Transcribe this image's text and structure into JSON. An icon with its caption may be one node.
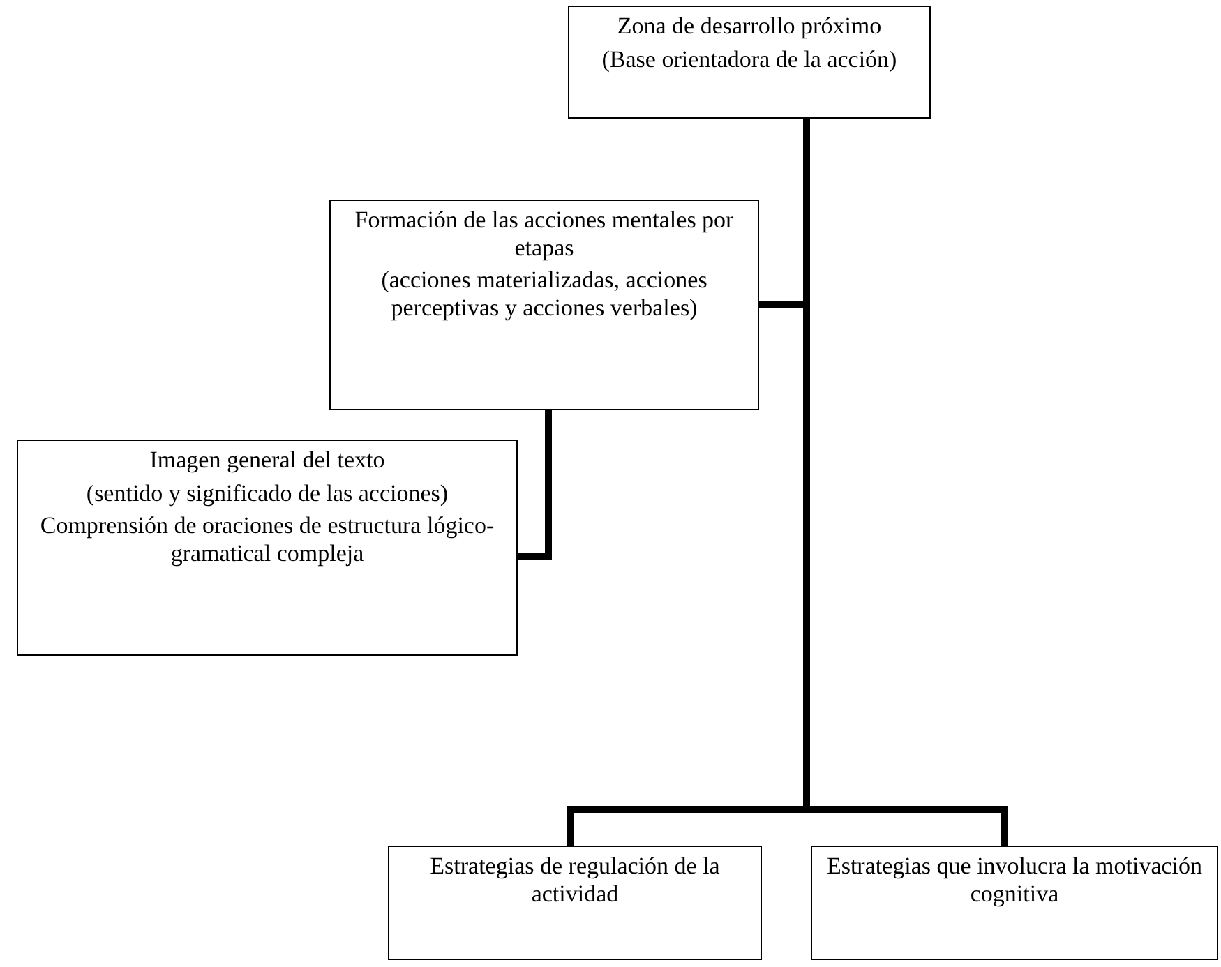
{
  "diagram": {
    "nodes": [
      {
        "text": [
          "Zona de desarrollo próximo",
          "(Base orientadora de la acción)"
        ]
      },
      {
        "text": [
          "Formación de las acciones mentales por etapas",
          "(acciones materializadas, acciones perceptivas y acciones verbales)"
        ]
      },
      {
        "text": [
          "Imagen general del texto",
          "(sentido y significado de las acciones)",
          "Comprensión de oraciones de estructura lógico-gramatical compleja"
        ]
      },
      {
        "text": [
          "Estrategias de regulación de la actividad"
        ]
      },
      {
        "text": [
          "Estrategias que involucra la motivación cognitiva"
        ]
      }
    ],
    "edges": [
      {
        "from": 0,
        "to": 1,
        "arrow": "none"
      },
      {
        "from": 1,
        "to": 2,
        "arrow": "none"
      },
      {
        "from": 0,
        "to": 3,
        "arrow": "none"
      },
      {
        "from": 0,
        "to": 4,
        "arrow": "none"
      }
    ]
  }
}
